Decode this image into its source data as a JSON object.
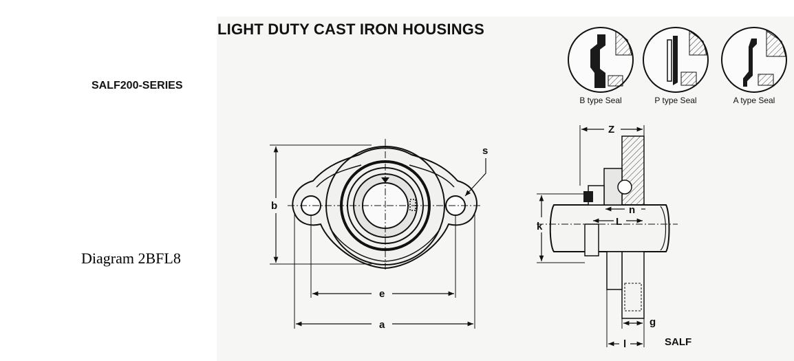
{
  "title": "LIGHT DUTY CAST IRON HOUSINGS",
  "series": "SALF200-SERIES",
  "diagram_id": "Diagram 2BFL8",
  "seals": [
    {
      "label": "B type Seal"
    },
    {
      "label": "P type Seal"
    },
    {
      "label": "A type Seal"
    }
  ],
  "dimensions": {
    "b": "b",
    "e": "e",
    "a": "a",
    "s": "s",
    "Z": "Z",
    "k": "k",
    "n": "n",
    "L": "L",
    "g": "g",
    "l": "l"
  },
  "model_label": "SALF"
}
